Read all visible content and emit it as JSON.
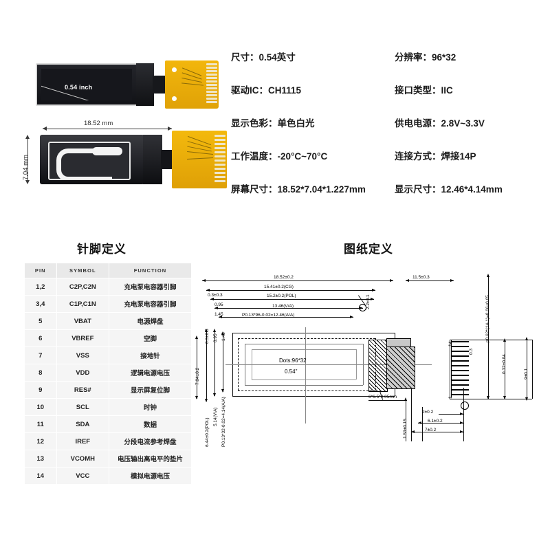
{
  "photos": {
    "top_label": "0.54 inch",
    "dim_width": "18.52 mm",
    "dim_height": "7.04 mm"
  },
  "specs": [
    [
      {
        "label": "尺寸：",
        "value": "0.54英寸"
      },
      {
        "label": "分辨率：",
        "value": "96*32"
      }
    ],
    [
      {
        "label": "驱动IC：",
        "value": "CH1115"
      },
      {
        "label": "接口类型：",
        "value": "IIC"
      }
    ],
    [
      {
        "label": "显示色彩：",
        "value": "单色白光"
      },
      {
        "label": "供电电源：",
        "value": "2.8V~3.3V"
      }
    ],
    [
      {
        "label": "工作温度：",
        "value": "-20°C~70°C"
      },
      {
        "label": "连接方式：",
        "value": "焊接14P"
      }
    ],
    [
      {
        "label": "屏幕尺寸：",
        "value": "18.52*7.04*1.227mm"
      },
      {
        "label": "显示尺寸：",
        "value": "12.46*4.14mm"
      }
    ]
  ],
  "sections": {
    "pin_heading": "针脚定义",
    "drawing_heading": "图纸定义"
  },
  "pin_table": {
    "headers": [
      "PIN",
      "SYMBOL",
      "FUNCTION"
    ],
    "rows": [
      {
        "pin": "1,2",
        "symbol": "C2P,C2N",
        "function": "充电泵电容器引脚"
      },
      {
        "pin": "3,4",
        "symbol": "C1P,C1N",
        "function": "充电泵电容器引脚"
      },
      {
        "pin": "5",
        "symbol": "VBAT",
        "function": "电源焊盘"
      },
      {
        "pin": "6",
        "symbol": "VBREF",
        "function": "空脚"
      },
      {
        "pin": "7",
        "symbol": "VSS",
        "function": "接地针"
      },
      {
        "pin": "8",
        "symbol": "VDD",
        "function": "逻辑电源电压"
      },
      {
        "pin": "9",
        "symbol": "RES#",
        "function": "显示屏复位脚"
      },
      {
        "pin": "10",
        "symbol": "SCL",
        "function": "时钟"
      },
      {
        "pin": "11",
        "symbol": "SDA",
        "function": "数据"
      },
      {
        "pin": "12",
        "symbol": "IREF",
        "function": "分段电流参考焊盘"
      },
      {
        "pin": "13",
        "symbol": "VCOMH",
        "function": "电压输出高电平的垫片"
      },
      {
        "pin": "14",
        "symbol": "VCC",
        "function": "模拟电源电压"
      }
    ]
  },
  "drawing": {
    "horizontal": {
      "overall": "18.52±0.2",
      "cg": "15.41±0.2(CG)",
      "pol": "15.2±0.2(POL)",
      "va": "13.46(V/A)",
      "aa": "P0.13*96-0.02=12.46(A/A)",
      "tail": "11.5±0.3"
    },
    "vertical": {
      "overall": "7.04±0.2",
      "pol": "6.44±0.2(POL)",
      "va": "5.14(V/A)",
      "aa": "P0.13*32-0.02=4.14(A/A)",
      "t1": "0.3±0.3",
      "t2": "0.95",
      "t3": "1.45"
    },
    "center_labels": {
      "dots": "Dots:96*32",
      "size": "0.54\""
    },
    "notes": {
      "ic_note": "6*6.5*0.05mm",
      "lead": "2.2±0.1"
    },
    "right": {
      "pitch": "p0.62*(14-1)=8.06±0.05",
      "pad_w": "0.32±0.04",
      "height": "9±0.1",
      "d03": "0.3"
    },
    "bottom": {
      "thickness": "1.53±0.15",
      "d2": "2±0.2",
      "d61": "6.1±0.2",
      "d7": "7±0.2"
    },
    "pin_numbers": {
      "first": "1",
      "last": "14"
    }
  },
  "colors": {
    "fpc_yellow": "#f0b40c",
    "panel_dark": "#1b1c21",
    "table_header": "#e9e9e9",
    "table_cell": "#f5f5f5"
  }
}
